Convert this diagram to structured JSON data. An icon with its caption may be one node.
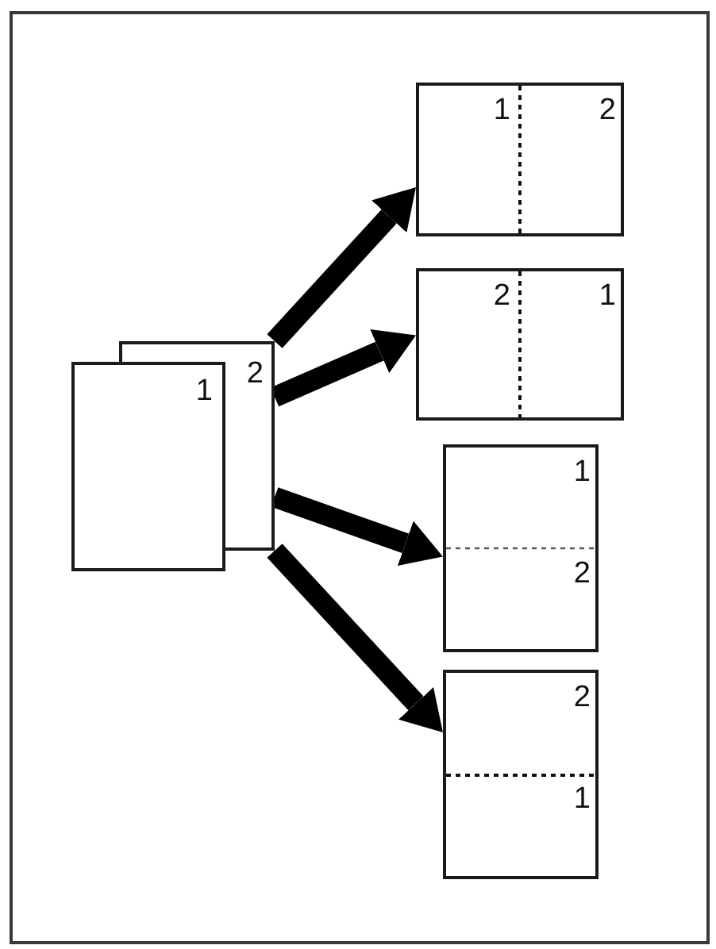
{
  "diagram": {
    "nodes": [
      {
        "text": [
          "1"
        ]
      },
      {
        "text": [
          "2"
        ]
      },
      {
        "text": [
          "1",
          "2"
        ]
      },
      {
        "text": [
          "2",
          "1"
        ]
      },
      {
        "text": [
          "1",
          "2"
        ]
      },
      {
        "text": [
          "2",
          "1"
        ]
      }
    ],
    "edges": [
      {
        "from": 1,
        "to": 2,
        "arrow": "to"
      },
      {
        "from": 1,
        "to": 3,
        "arrow": "to"
      },
      {
        "from": 1,
        "to": 4,
        "arrow": "to"
      },
      {
        "from": 1,
        "to": 5,
        "arrow": "to"
      }
    ]
  }
}
